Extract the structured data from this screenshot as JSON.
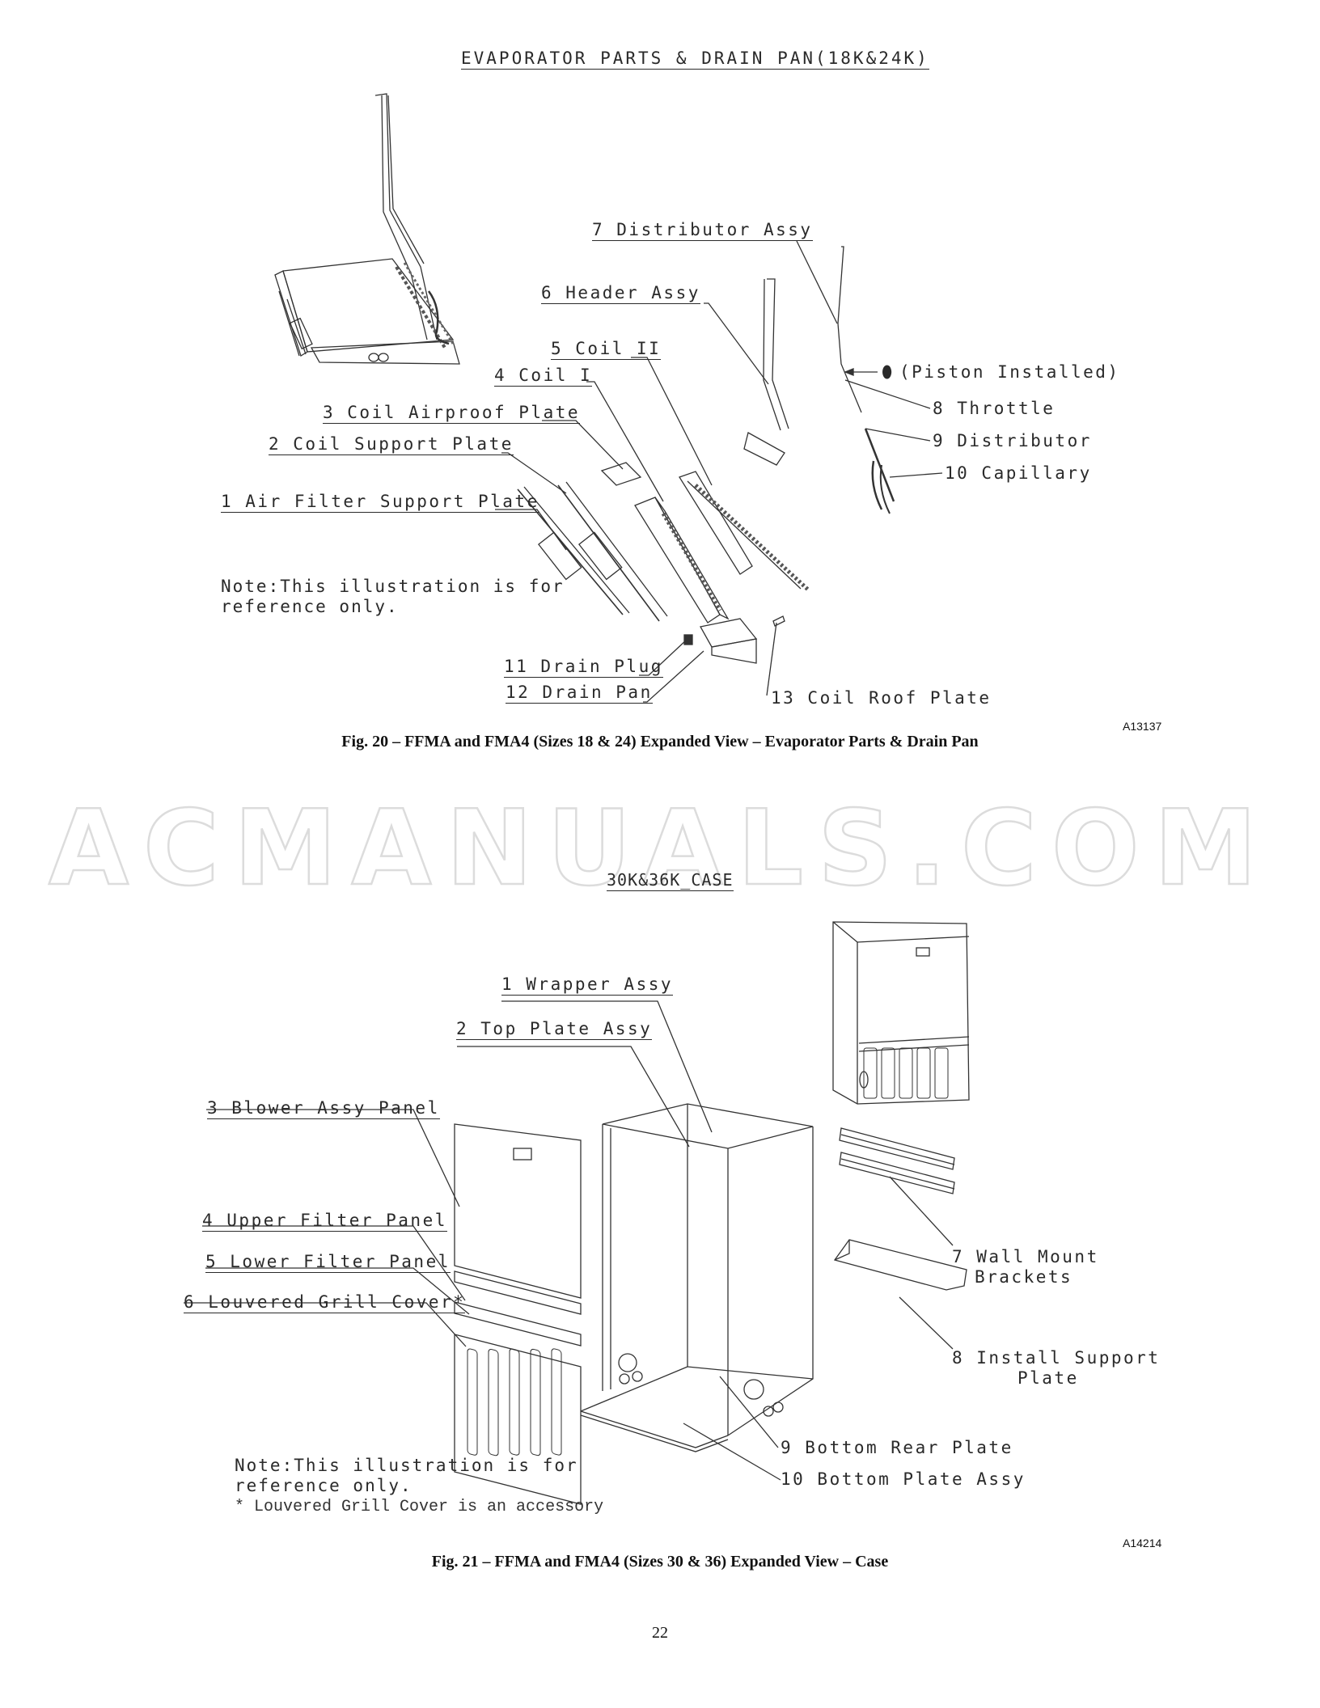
{
  "page": {
    "number": "22",
    "watermark": "ACMANUALS.COM"
  },
  "figure20": {
    "drawing_title": "EVAPORATOR PARTS & DRAIN PAN(18K&24K)",
    "caption": "Fig. 20 – FFMA and FMA4 (Sizes 18 & 24) Expanded View – Evaporator Parts & Drain Pan",
    "figure_id": "A13137",
    "note_line1": "Note:This illustration is for",
    "note_line2": "reference only.",
    "parts": [
      {
        "label": "1 Air Filter Support Plate"
      },
      {
        "label": "2 Coil Support Plate"
      },
      {
        "label": "3 Coil Airproof Plate"
      },
      {
        "label": "4 Coil I"
      },
      {
        "label": "5 Coil II"
      },
      {
        "label": "6 Header Assy"
      },
      {
        "label": "7 Distributor Assy"
      },
      {
        "label": "8 Throttle"
      },
      {
        "label": "9 Distributor"
      },
      {
        "label": "10 Capillary"
      },
      {
        "label": "11 Drain Plug"
      },
      {
        "label": "12 Drain Pan"
      },
      {
        "label": "13 Coil Roof Plate"
      }
    ],
    "piston_note": "(Piston Installed)"
  },
  "figure21": {
    "drawing_title": "30K&36K_CASE",
    "caption": "Fig. 21 – FFMA and FMA4 (Sizes 30 & 36) Expanded View – Case",
    "figure_id": "A14214",
    "note_line1": "Note:This illustration is for",
    "note_line2": "reference only.",
    "accessory_note": "* Louvered Grill Cover is an accessory",
    "parts": [
      {
        "label": "1 Wrapper Assy"
      },
      {
        "label": "2 Top Plate Assy"
      },
      {
        "label": "3 Blower Assy Panel"
      },
      {
        "label": "4 Upper Filter Panel"
      },
      {
        "label": "5 Lower Filter Panel"
      },
      {
        "label": "6 Louvered Grill Cover*"
      },
      {
        "label": "7 Wall Mount",
        "label2": "Brackets"
      },
      {
        "label": "8 Install Support",
        "label2": "Plate"
      },
      {
        "label": "9 Bottom Rear Plate"
      },
      {
        "label": "10 Bottom Plate Assy"
      }
    ]
  }
}
